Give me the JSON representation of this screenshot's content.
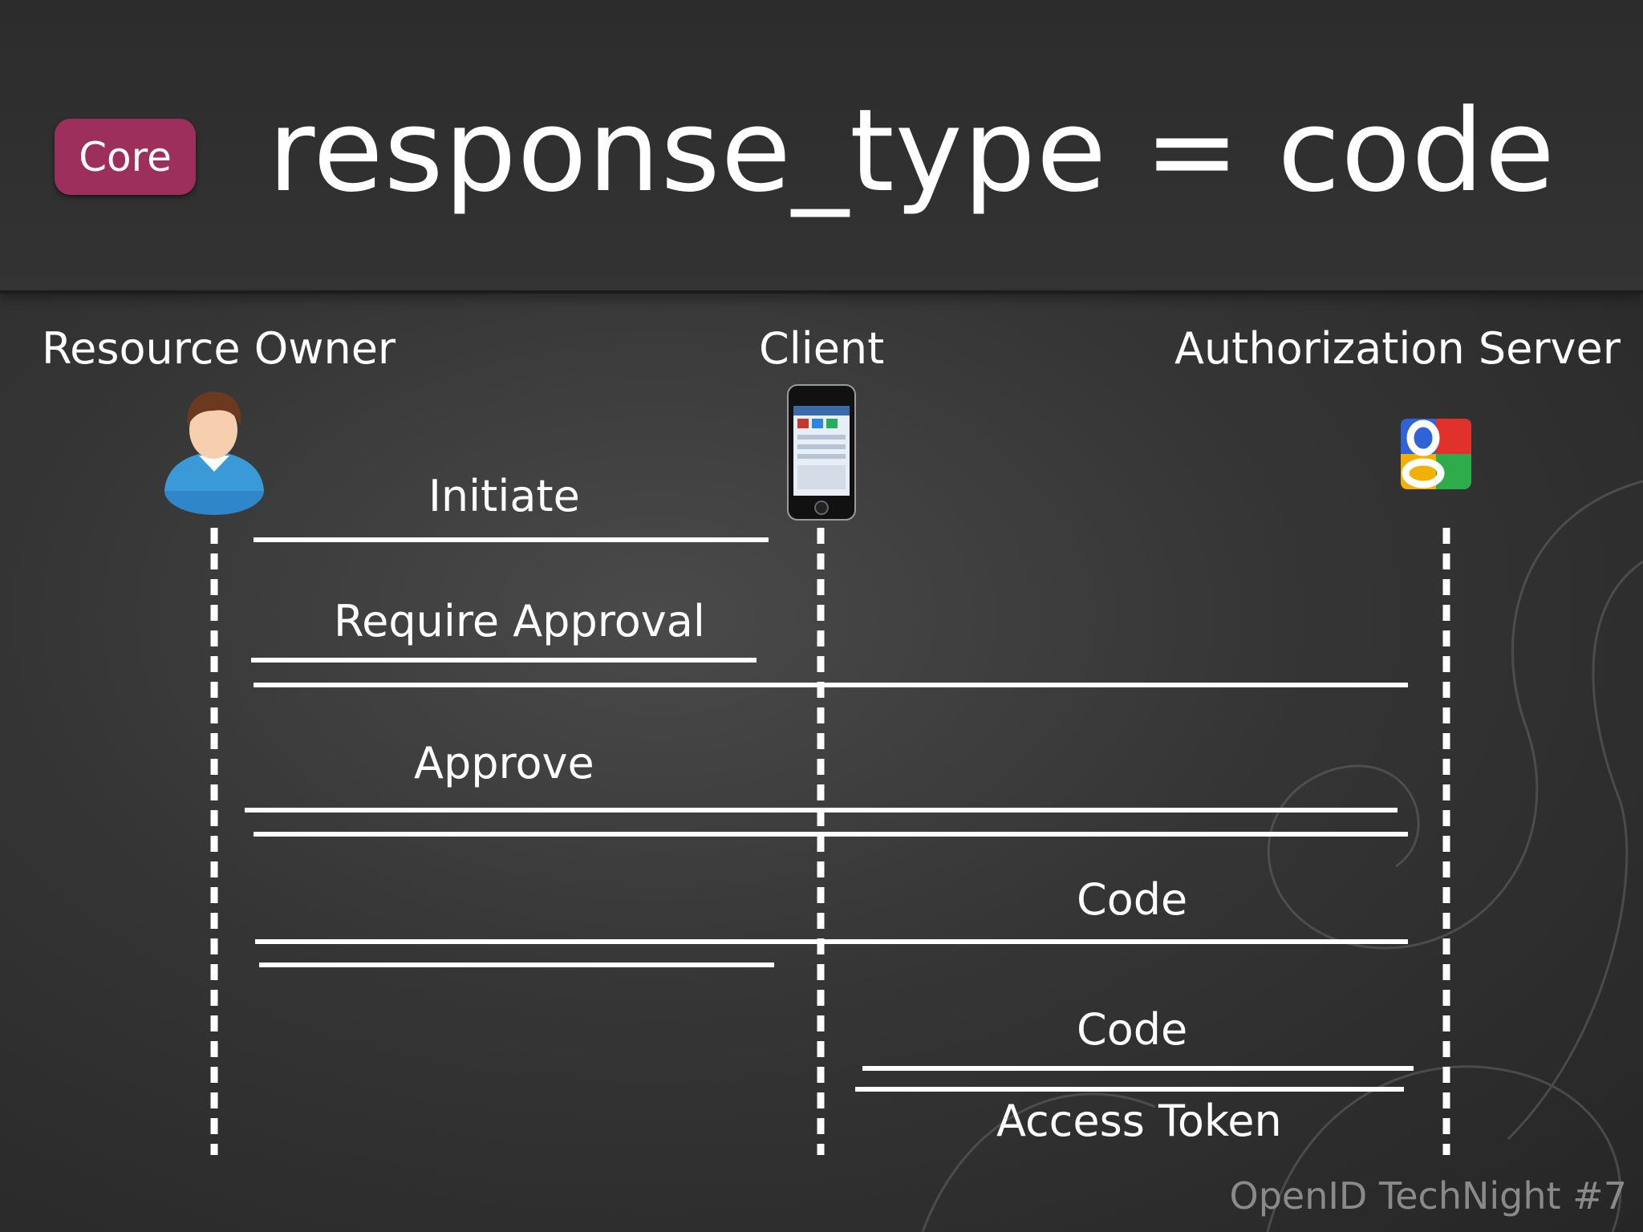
{
  "slide": {
    "badge": "Core",
    "title": "response_type = code",
    "footer": "OpenID TechNight #7"
  },
  "actors": {
    "resource_owner": "Resource Owner",
    "client": "Client",
    "authorization_server": "Authorization Server"
  },
  "messages": {
    "initiate": "Initiate",
    "require_approval": "Require Approval",
    "approve": "Approve",
    "code_redirect": "Code",
    "code_exchange": "Code",
    "access_token": "Access Token"
  },
  "colors": {
    "badge": "#9c2f5c",
    "text": "#ffffff",
    "footer": "#8a8a8a",
    "background": "#2f2f2f"
  },
  "icons": {
    "resource_owner": "user-avatar-icon",
    "client": "smartphone-icon",
    "authorization_server": "google-logo-icon"
  }
}
